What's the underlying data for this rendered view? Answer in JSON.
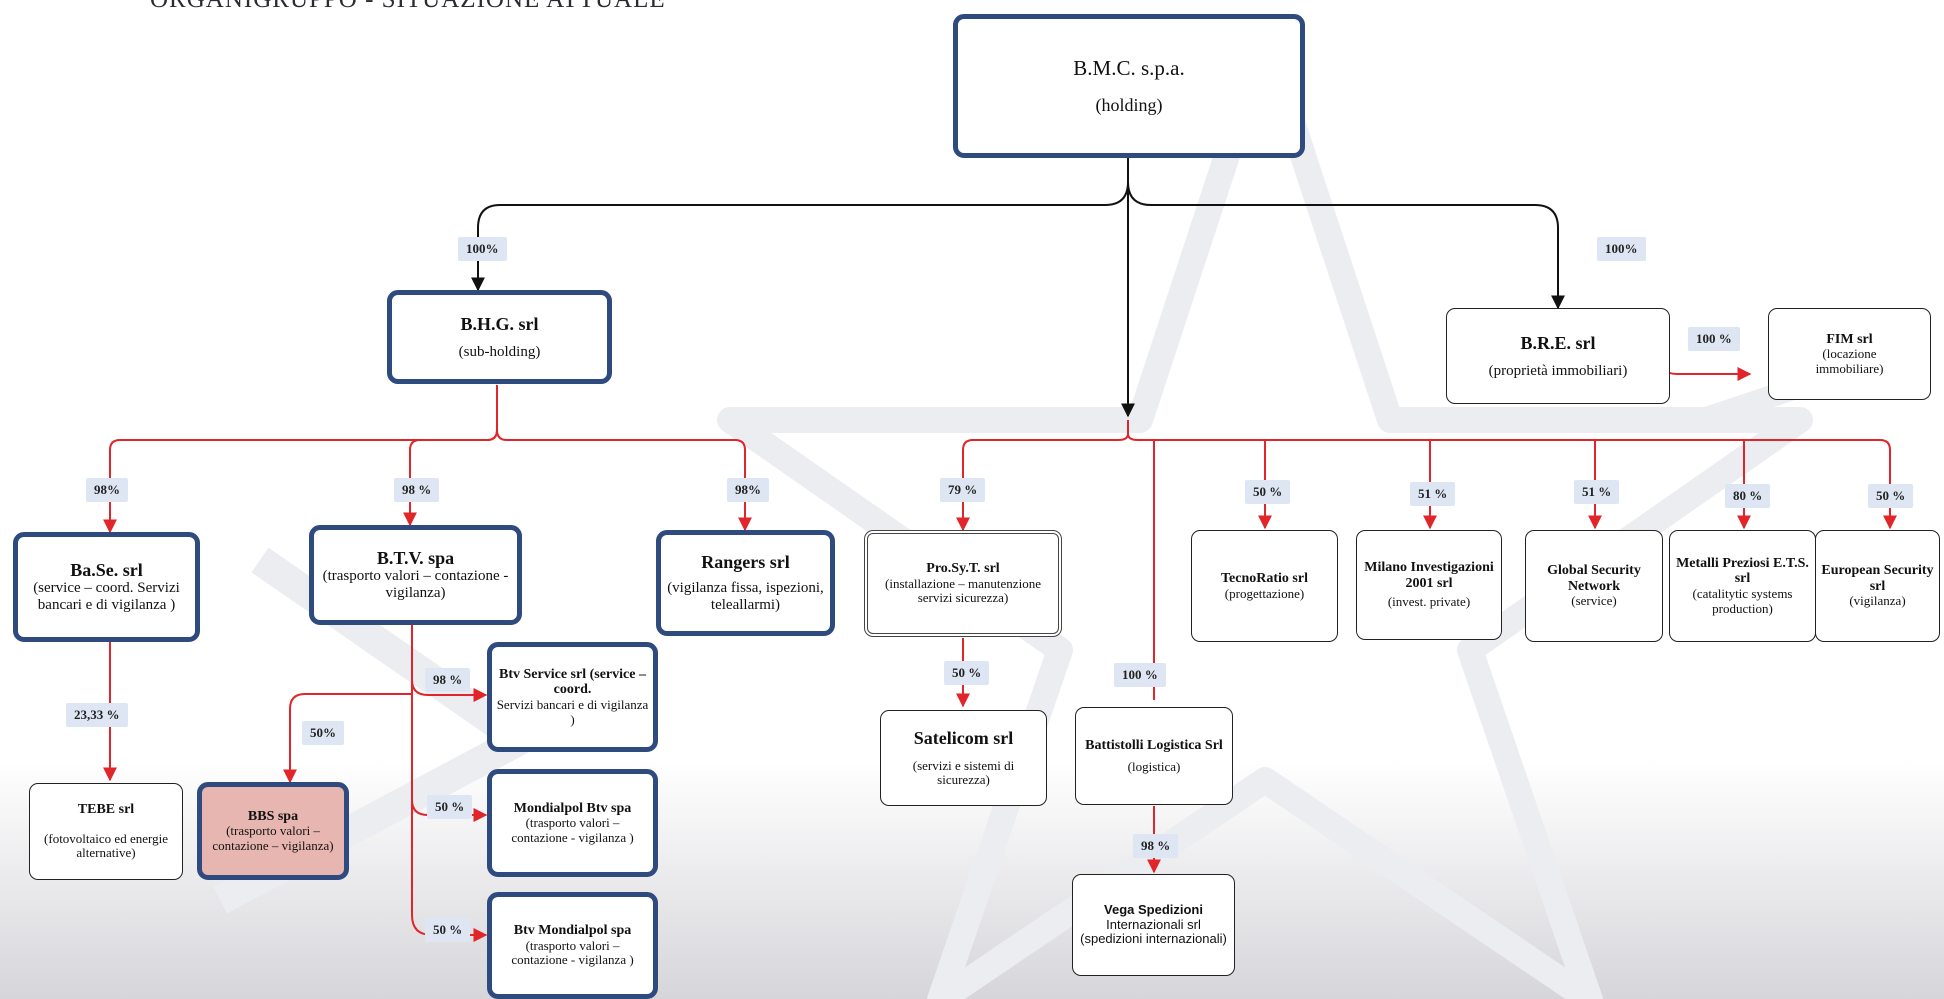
{
  "page_title": "ORGANIGRUPPO - SITUAZIONE ATTUALE",
  "colors": {
    "box_border": "#2f4a7e",
    "red_line": "#e0262a",
    "black_line": "#111111",
    "pct_bg": "#dfe6f3",
    "highlight_fill": "#e8b6b0"
  },
  "watermark": "star-watermark",
  "nodes": {
    "bmc": {
      "name": "B.M.C. s.p.a.",
      "desc": "(holding)"
    },
    "bhg": {
      "name": "B.H.G. srl",
      "desc": "(sub-holding)"
    },
    "bre": {
      "name": "B.R.E. srl",
      "desc": "(proprietà immobiliari)"
    },
    "fim": {
      "name": "FIM srl",
      "desc": "(locazione immobiliare)"
    },
    "base": {
      "name": "Ba.Se. srl",
      "desc": "(service – coord. Servizi bancari e di vigilanza )"
    },
    "btv": {
      "name": "B.T.V. spa",
      "desc": "(trasporto valori – contazione - vigilanza)"
    },
    "rangers": {
      "name": "Rangers srl",
      "desc": "(vigilanza fissa, ispezioni, teleallarmi)"
    },
    "tebe": {
      "name": "TEBE srl",
      "desc": "(fotovoltaico ed energie alternative)"
    },
    "bbs": {
      "name": "BBS spa",
      "desc": "(trasporto valori – contazione – vigilanza)"
    },
    "btv_service": {
      "name": "Btv Service srl (service – coord.",
      "desc": "Servizi bancari e di vigilanza )"
    },
    "mondialpol_btv": {
      "name": "Mondialpol Btv spa",
      "desc": "(trasporto valori – contazione - vigilanza )"
    },
    "btv_mondialpol": {
      "name": "Btv Mondialpol spa",
      "desc": "(trasporto valori – contazione - vigilanza )"
    },
    "prosyt": {
      "name": "Pro.Sy.T. srl",
      "desc": "(installazione – manutenzione servizi sicurezza)"
    },
    "satelicom": {
      "name": "Satelicom srl",
      "desc": "(servizi e sistemi di sicurezza)"
    },
    "battistolli": {
      "name": "Battistolli Logistica Srl",
      "desc": "(logistica)"
    },
    "vega": {
      "name": "Vega Spedizioni",
      "desc": "Internazionali srl (spedizioni internazionali)"
    },
    "tecnoratio": {
      "name": "TecnoRatio srl",
      "desc": "(progettazione)"
    },
    "milano": {
      "name": "Milano Investigazioni 2001 srl",
      "desc": "(invest. private)"
    },
    "global": {
      "name": "Global Security Network",
      "desc": "(service)"
    },
    "metalli": {
      "name": "Metalli Preziosi E.T.S. srl",
      "desc": "(catalitytic systems production)"
    },
    "european": {
      "name": "European Security srl",
      "desc": "(vigilanza)"
    }
  },
  "percentages": {
    "bhg": "100%",
    "bre": "100%",
    "fim": "100 %",
    "base": "98%",
    "btv": "98 %",
    "rangers": "98%",
    "tebe": "23,33 %",
    "bbs": "50%",
    "btv_service": "98 %",
    "mondialpol_btv": "50 %",
    "btv_mondialpol": "50 %",
    "prosyt": "79 %",
    "satelicom": "50 %",
    "battistolli": "100 %",
    "vega": "98 %",
    "tecnoratio": "50 %",
    "milano": "51 %",
    "global": "51 %",
    "metalli": "80 %",
    "european": "50 %"
  }
}
